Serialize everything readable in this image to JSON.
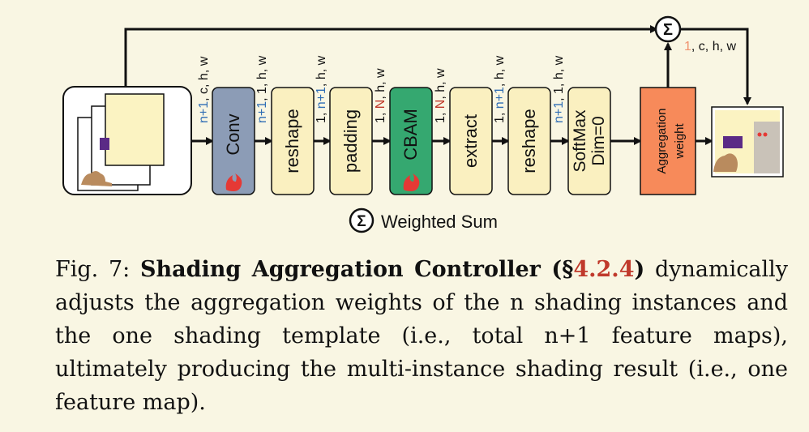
{
  "diagram": {
    "blocks": [
      {
        "label": "Conv",
        "fill": "#8c9cb6",
        "flame": true
      },
      {
        "label": "reshape",
        "fill": "#faf0c0"
      },
      {
        "label": "padding",
        "fill": "#faf0c0"
      },
      {
        "label": "CBAM",
        "fill": "#35a870",
        "flame": true
      },
      {
        "label": "extract",
        "fill": "#faf0c0"
      },
      {
        "label": "reshape",
        "fill": "#faf0c0"
      },
      {
        "label": "SoftMax",
        "label2": "Dim=0",
        "fill": "#faf0c0"
      }
    ],
    "agg_block": {
      "label": "Aggregation",
      "label2": "weight",
      "fill": "#f78a5a"
    },
    "dims": [
      {
        "lead": "n+1",
        "lead_color": "#2f6db5",
        "rest": ", c, h, w"
      },
      {
        "lead": "n+1",
        "lead_color": "#2f6db5",
        "rest": ", 1, h, w"
      },
      {
        "pre": "1, ",
        "lead": "n+1",
        "lead_color": "#2f6db5",
        "rest": ", h, w"
      },
      {
        "pre": "1, ",
        "lead": "N",
        "lead_color": "#c0392b",
        "rest": ", h, w"
      },
      {
        "pre": "1, ",
        "lead": "N",
        "lead_color": "#c0392b",
        "rest": ", h, w"
      },
      {
        "pre": "1, ",
        "lead": "n+1",
        "lead_color": "#2f6db5",
        "rest": ", h, w"
      },
      {
        "lead": "n+1",
        "lead_color": "#2f6db5",
        "rest": ", 1, h, w"
      }
    ],
    "output_dim": {
      "lead": "1",
      "lead_color": "#f0916e",
      "rest": ", c, h, w"
    },
    "sum_symbol": "Σ",
    "legend_label": "Weighted Sum",
    "colors": {
      "line": "#111111",
      "feature_fill": "#fbf3c2",
      "purple": "#5b2a86",
      "brown": "#b98b5e",
      "gray_panel": "#c9c2b8",
      "flame": "#e53935"
    }
  },
  "caption": {
    "prefix": "Fig. 7: ",
    "title": "Shading Aggregation Controller (§",
    "ref": "4.2.4",
    "title_end": ")",
    "body": " dynamically adjusts the aggregation weights of the n shading instances and the one shading template (i.e., total n+1 feature maps), ultimately producing the multi-instance shading result (i.e., one feature map)."
  }
}
